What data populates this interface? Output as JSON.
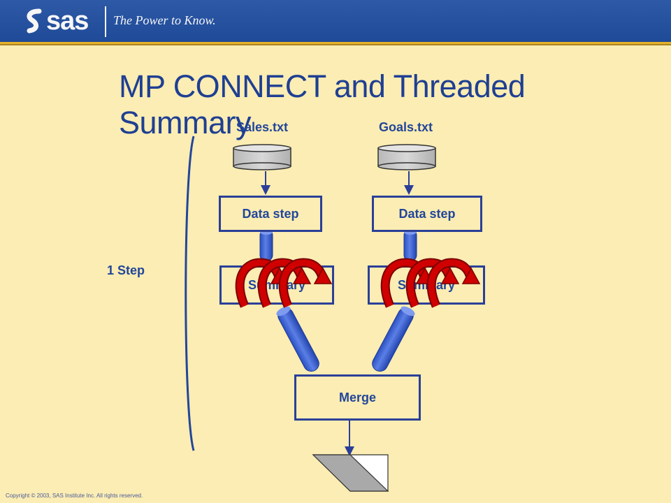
{
  "header": {
    "logo_text": "sas",
    "tagline": "The Power to Know."
  },
  "slide": {
    "title": "MP CONNECT and Threaded Summary",
    "left_source_label": "Sales.txt",
    "right_source_label": "Goals.txt",
    "left_data_step": "Data step",
    "right_data_step": "Data step",
    "left_summary": "Summary",
    "right_summary": "Summary",
    "merge_label": "Merge",
    "side_label": "1 Step"
  },
  "colors": {
    "background": "#FBEDB3",
    "header_blue": "#1E4A98",
    "box_border": "#2B3F98",
    "pipe_blue": "#2E57C8",
    "thread_red": "#D00000"
  },
  "footer": {
    "copyright": "Copyright © 2003,  SAS Institute Inc. All rights reserved."
  }
}
